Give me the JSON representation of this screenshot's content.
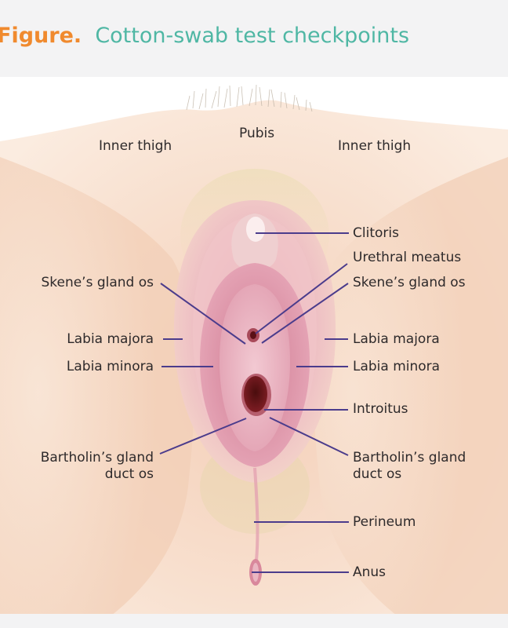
{
  "title": {
    "prefix": "Figure.",
    "text": "Cotton-swab test checkpoints"
  },
  "labels": {
    "pubis": "Pubis",
    "inner_thigh_left": "Inner thigh",
    "inner_thigh_right": "Inner thigh",
    "clitoris": "Clitoris",
    "urethral_meatus": "Urethral meatus",
    "skenes_gland_os_left": "Skene’s gland os",
    "skenes_gland_os_right": "Skene’s gland os",
    "labia_majora_left": "Labia majora",
    "labia_majora_right": "Labia majora",
    "labia_minora_left": "Labia minora",
    "labia_minora_right": "Labia minora",
    "introitus": "Introitus",
    "bartholins_left_line1": "Bartholin’s gland",
    "bartholins_left_line2": "duct os",
    "bartholins_right_line1": "Bartholin’s gland",
    "bartholins_right_line2": "duct os",
    "perineum": "Perineum",
    "anus": "Anus"
  },
  "colors": {
    "title_prefix": "#f08a2e",
    "title_text": "#4fb7a4",
    "leader_line": "#4b3c8c",
    "label_text": "#2e2a2b",
    "skin": "#f6dcc8",
    "mucosa": "#e2a3b1"
  }
}
